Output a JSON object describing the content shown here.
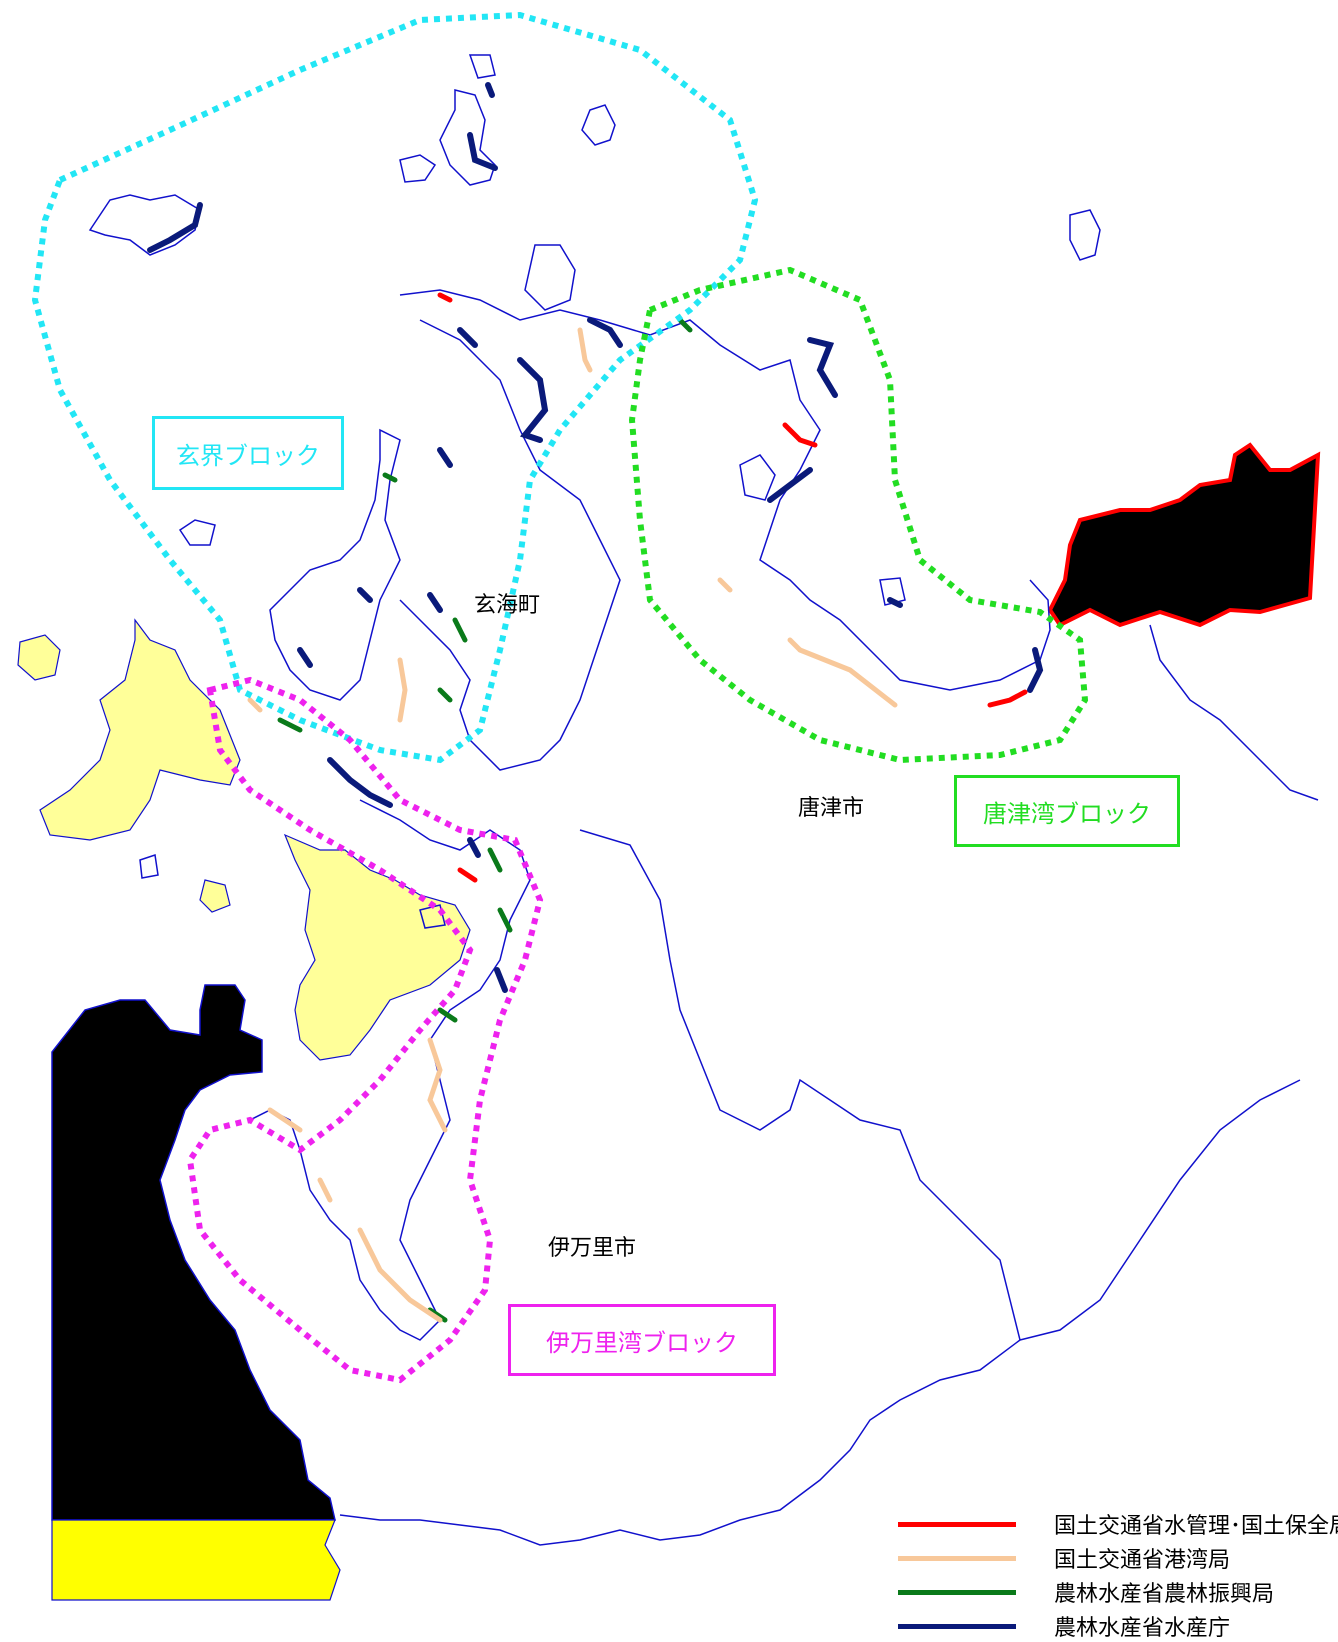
{
  "blocks": {
    "genkai": {
      "label": "玄界ブロック",
      "color": "#22e6f5"
    },
    "karatsu_bay": {
      "label": "唐津湾ブロック",
      "color": "#22dd22"
    },
    "imari_bay": {
      "label": "伊万里湾ブロック",
      "color": "#ee22ee"
    }
  },
  "places": {
    "genkai_town": "玄海町",
    "karatsu_city": "唐津市",
    "imari_city": "伊万里市"
  },
  "legend": [
    {
      "label": "国土交通省水管理･国土保全局",
      "color": "#ff0000"
    },
    {
      "label": "国土交通省港湾局",
      "color": "#f8c89a"
    },
    {
      "label": "農林水産省農林振興局",
      "color": "#0a7a1a"
    },
    {
      "label": "農林水産省水産庁",
      "color": "#0a1a7a"
    }
  ],
  "colors": {
    "coastline": "#1111cc",
    "land_other_prefecture": "#000000",
    "land_nagasaki_islands": "#ffff99",
    "land_bottom": "#ffff00"
  }
}
